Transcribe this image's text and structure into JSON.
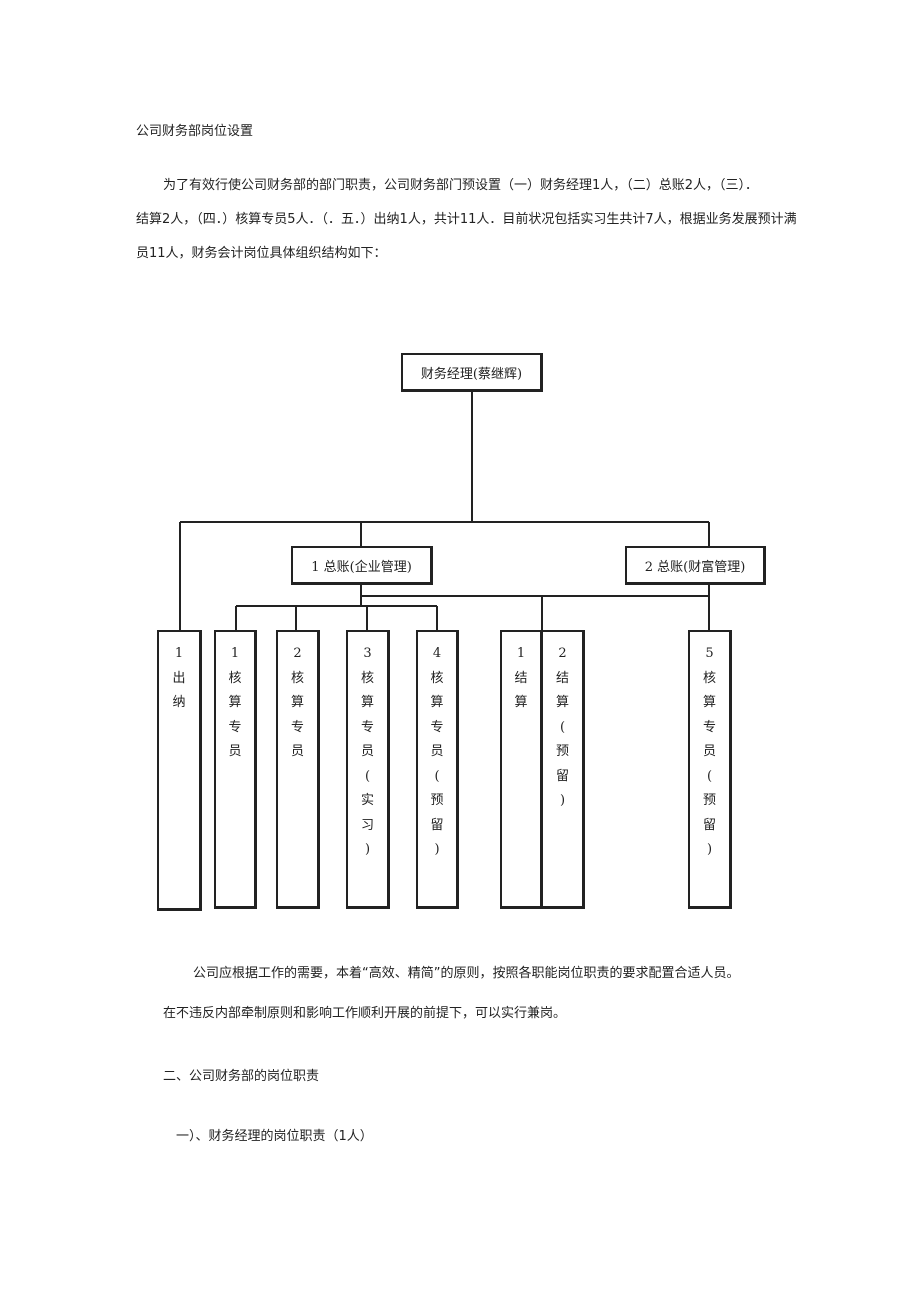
{
  "doc": {
    "title": "公司财务部岗位设置",
    "intro_line1": "为了有效行使公司财务部的部门职责，公司财务部门预设置（一）财务经理1人，（二）总账2人，（三）．",
    "intro_line2": "结算2人，（四．）核算专员5人．（．五．）出纳1人，共计11人．目前状况包括实习生共计7人，根据业务发展预计满",
    "intro_line3": "员11人，财务会计岗位具体组织结构如下：",
    "para2_line1": "公司应根据工作的需要，本着“高效、精简”的原则，按照各职能岗位职责的要求配置合适人员。",
    "para2_line2": "在不违反内部牵制原则和影响工作顺利开展的前提下，可以实行兼岗。",
    "section2": "二、公司财务部的岗位职责",
    "subsection1": "一）、财务经理的岗位职责（1人）"
  },
  "org": {
    "manager": "财务经理(蔡继辉)",
    "gl1": "1 总账(企业管理)",
    "gl2": "2 总账(财富管理)",
    "cashier": "1\n出\n纳",
    "acc1": "1\n核\n算\n专\n员",
    "acc2": "2\n核\n算\n专\n员",
    "acc3": "3\n核\n算\n专\n员\n(\n实\n习\n)",
    "acc4": "4\n核\n算\n专\n员\n(\n预\n留\n)",
    "settle1": "1\n结\n算",
    "settle2": "2\n结\n算\n(\n预\n留\n)",
    "acc5": "5\n核\n算\n专\n员\n(\n预\n留\n)"
  }
}
